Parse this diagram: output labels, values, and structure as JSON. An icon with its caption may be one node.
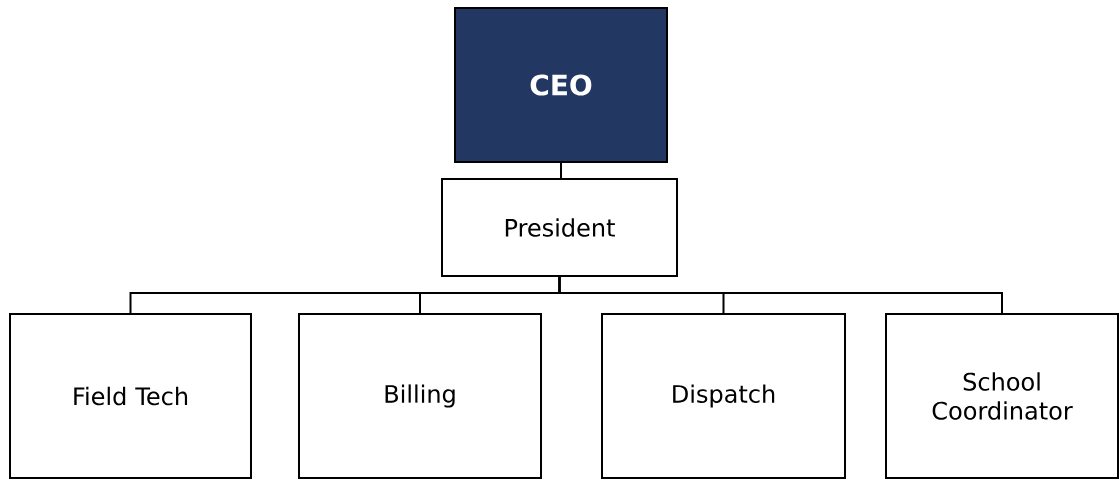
{
  "diagram": {
    "nodes": [
      {
        "text": [
          "CEO"
        ]
      },
      {
        "text": [
          "President"
        ]
      },
      {
        "text": [
          "Field Tech"
        ]
      },
      {
        "text": [
          "Billing"
        ]
      },
      {
        "text": [
          "Dispatch"
        ]
      },
      {
        "text": [
          "School Coordinator"
        ]
      }
    ],
    "edges": [
      {
        "from": 0,
        "to": 1,
        "arrow": "none"
      },
      {
        "from": 1,
        "to": 2,
        "arrow": "none"
      },
      {
        "from": 1,
        "to": 3,
        "arrow": "none"
      },
      {
        "from": 1,
        "to": 4,
        "arrow": "none"
      },
      {
        "from": 1,
        "to": 5,
        "arrow": "none"
      }
    ]
  }
}
